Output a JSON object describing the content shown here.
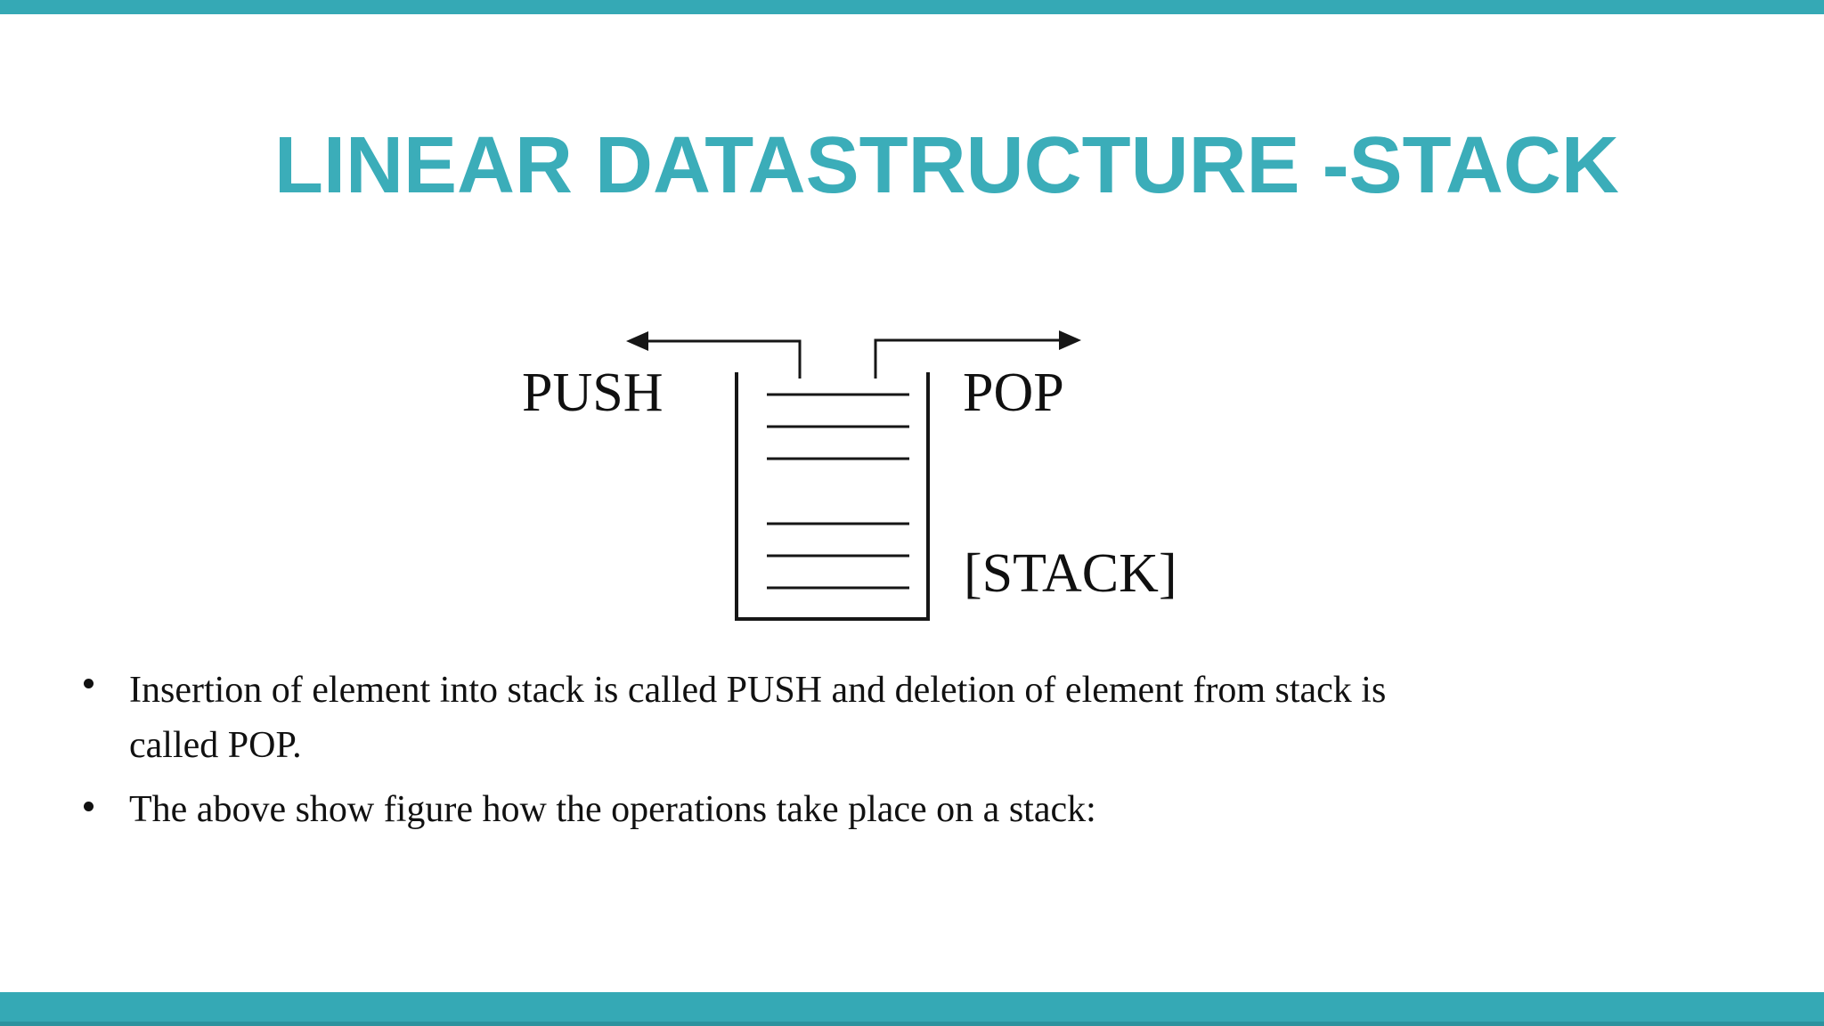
{
  "slide": {
    "title": "LINEAR DATASTRUCTURE -STACK",
    "colors": {
      "accent_bar": "#35A9B5",
      "accent_bar_dark_edge": "#2C929E",
      "title_text": "#3BADB9",
      "body_text": "#111111",
      "diagram_lines": "#161616"
    }
  },
  "diagram": {
    "push_label": "PUSH",
    "pop_label": "POP",
    "stack_label": "[STACK]",
    "stack_element_line_count": 6
  },
  "bullets": [
    {
      "lines": [
        "Insertion of element into stack is called PUSH and deletion of element from stack is",
        "called POP."
      ]
    },
    {
      "lines": [
        "The above show figure how the operations take place on a stack:"
      ]
    }
  ]
}
